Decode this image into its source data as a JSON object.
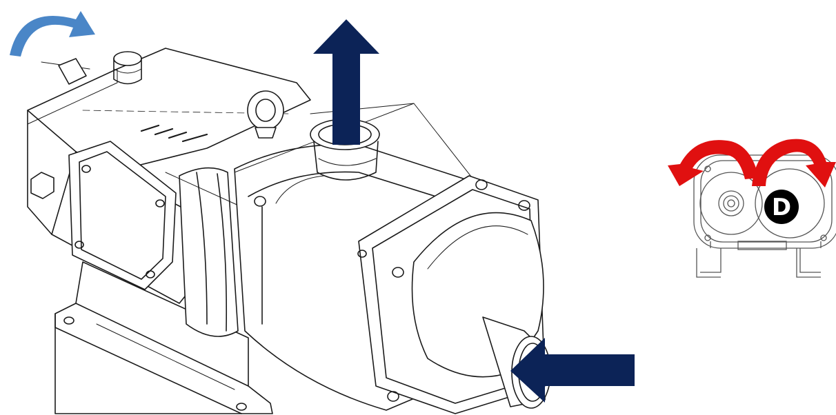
{
  "colors": {
    "line_art": "#1a1a1a",
    "flow_arrow": "#0c2357",
    "rotation_arrow_blue": "#4a86c7",
    "rotation_arrow_red": "#e01010",
    "badge_fill": "#000000",
    "badge_text": "#ffffff"
  },
  "icons": {
    "shaft_rotation": "curved-arrow-clockwise",
    "outlet_flow": "arrow-up",
    "inlet_flow": "arrow-left",
    "rotor_rotation": "curved-arrows-counter-rotating"
  },
  "end_view": {
    "rotor_label": "D"
  }
}
